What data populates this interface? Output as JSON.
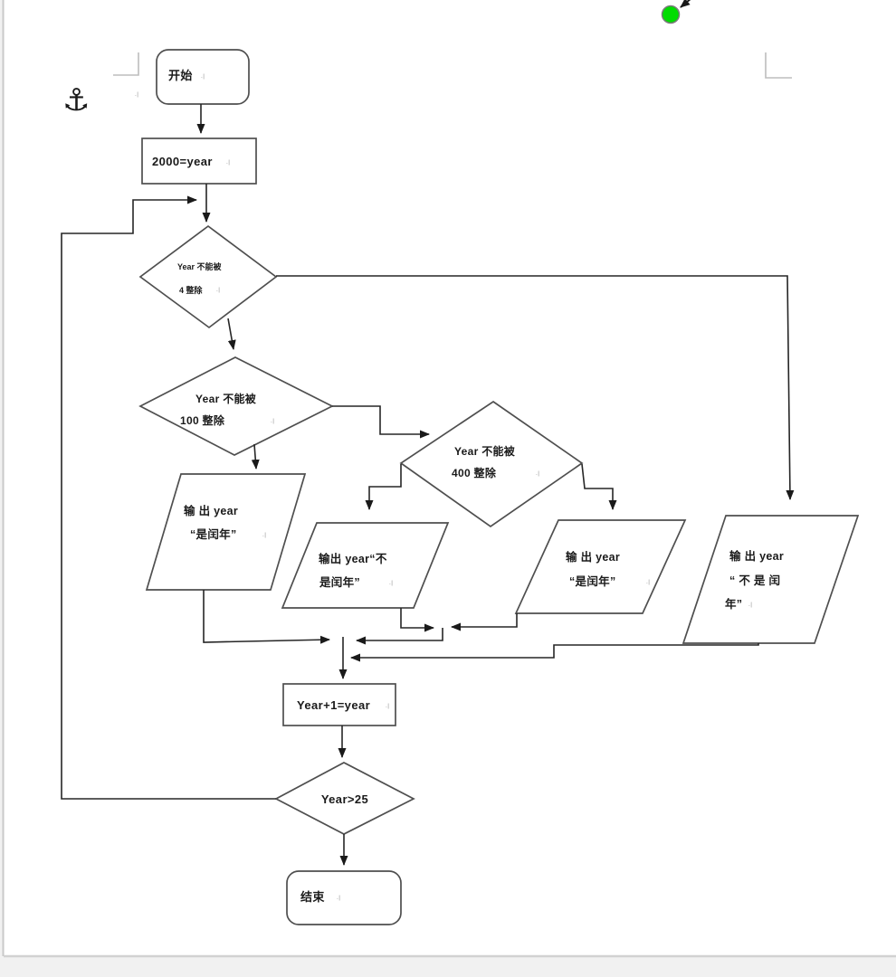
{
  "doc": {
    "para_mark": ".|"
  },
  "icons": {
    "anchor": "⚓"
  },
  "colors": {
    "anchor_blue": "#4a7eb5",
    "handle_green": "#00dc00",
    "page_white": "#ffffff",
    "app_background": "#f1f1f1"
  },
  "flowchart": {
    "nodes": [
      {
        "id": "start",
        "type": "terminator",
        "label": "开始"
      },
      {
        "id": "init",
        "type": "process",
        "label": "2000=year"
      },
      {
        "id": "check4",
        "type": "decision",
        "lines": [
          "Year 不能被",
          "4 整除"
        ]
      },
      {
        "id": "check100",
        "type": "decision",
        "lines": [
          "Year  不能被",
          "100 整除"
        ]
      },
      {
        "id": "check400",
        "type": "decision",
        "lines": [
          "Year 不能被",
          "400 整除"
        ]
      },
      {
        "id": "out-leap-a",
        "type": "io",
        "lines": [
          "输 出  year",
          "“是闰年”"
        ]
      },
      {
        "id": "out-noleap-a",
        "type": "io",
        "lines": [
          "输出 year“不",
          "是闰年”"
        ]
      },
      {
        "id": "out-leap-b",
        "type": "io",
        "lines": [
          "输 出  year",
          "“是闰年”"
        ]
      },
      {
        "id": "out-noleap-b",
        "type": "io",
        "lines": [
          "输 出  year",
          "“ 不 是 闰",
          "年”"
        ]
      },
      {
        "id": "increment",
        "type": "process",
        "label": "Year+1=year"
      },
      {
        "id": "check-end",
        "type": "decision",
        "label": "Year>25"
      },
      {
        "id": "end",
        "type": "terminator",
        "label": "结束"
      }
    ]
  }
}
